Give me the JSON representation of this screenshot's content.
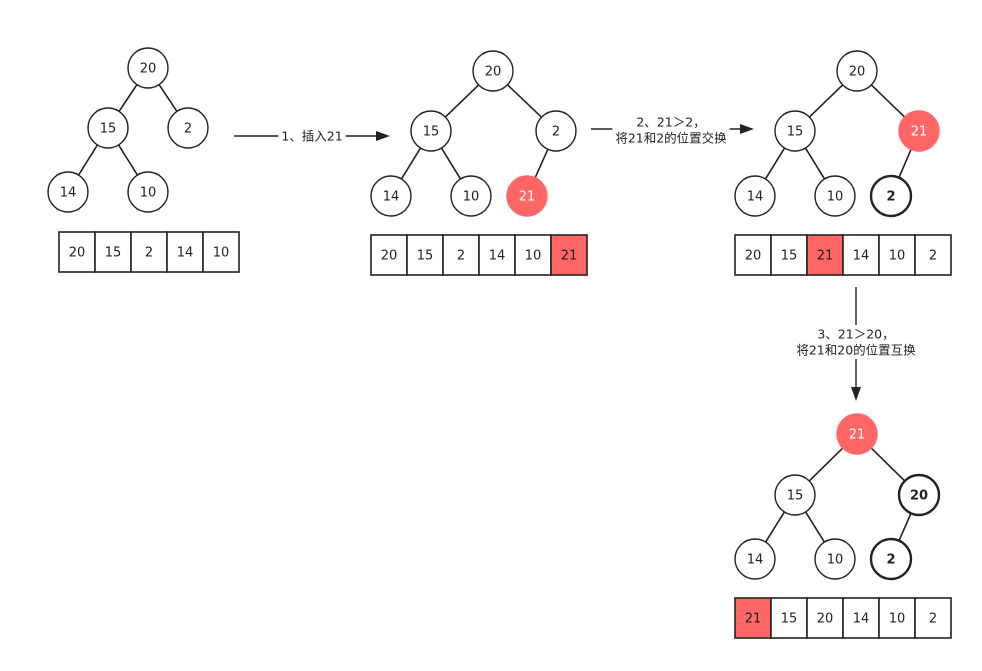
{
  "heaps": [
    {
      "nodes": [
        {
          "key": "root",
          "value": "20",
          "style": "normal"
        },
        {
          "key": "l",
          "value": "15",
          "style": "normal"
        },
        {
          "key": "r",
          "value": "2",
          "style": "normal"
        },
        {
          "key": "ll",
          "value": "14",
          "style": "normal"
        },
        {
          "key": "lr",
          "value": "10",
          "style": "normal"
        }
      ],
      "array": [
        {
          "value": "20",
          "highlight": false
        },
        {
          "value": "15",
          "highlight": false
        },
        {
          "value": "2",
          "highlight": false
        },
        {
          "value": "14",
          "highlight": false
        },
        {
          "value": "10",
          "highlight": false
        }
      ]
    },
    {
      "nodes": [
        {
          "key": "root",
          "value": "20",
          "style": "normal"
        },
        {
          "key": "l",
          "value": "15",
          "style": "normal"
        },
        {
          "key": "r",
          "value": "2",
          "style": "normal"
        },
        {
          "key": "ll",
          "value": "14",
          "style": "normal"
        },
        {
          "key": "lr",
          "value": "10",
          "style": "normal"
        },
        {
          "key": "rl",
          "value": "21",
          "style": "red"
        }
      ],
      "array": [
        {
          "value": "20",
          "highlight": false
        },
        {
          "value": "15",
          "highlight": false
        },
        {
          "value": "2",
          "highlight": false
        },
        {
          "value": "14",
          "highlight": false
        },
        {
          "value": "10",
          "highlight": false
        },
        {
          "value": "21",
          "highlight": true
        }
      ]
    },
    {
      "nodes": [
        {
          "key": "root",
          "value": "20",
          "style": "normal"
        },
        {
          "key": "l",
          "value": "15",
          "style": "normal"
        },
        {
          "key": "r",
          "value": "21",
          "style": "red"
        },
        {
          "key": "ll",
          "value": "14",
          "style": "normal"
        },
        {
          "key": "lr",
          "value": "10",
          "style": "normal"
        },
        {
          "key": "rl",
          "value": "2",
          "style": "bold"
        }
      ],
      "array": [
        {
          "value": "20",
          "highlight": false
        },
        {
          "value": "15",
          "highlight": false
        },
        {
          "value": "21",
          "highlight": true
        },
        {
          "value": "14",
          "highlight": false
        },
        {
          "value": "10",
          "highlight": false
        },
        {
          "value": "2",
          "highlight": false
        }
      ]
    },
    {
      "nodes": [
        {
          "key": "root",
          "value": "21",
          "style": "red"
        },
        {
          "key": "l",
          "value": "15",
          "style": "normal"
        },
        {
          "key": "r",
          "value": "20",
          "style": "bold"
        },
        {
          "key": "ll",
          "value": "14",
          "style": "normal"
        },
        {
          "key": "lr",
          "value": "10",
          "style": "normal"
        },
        {
          "key": "rl",
          "value": "2",
          "style": "bold"
        }
      ],
      "array": [
        {
          "value": "21",
          "highlight": true
        },
        {
          "value": "15",
          "highlight": false
        },
        {
          "value": "20",
          "highlight": false
        },
        {
          "value": "14",
          "highlight": false
        },
        {
          "value": "10",
          "highlight": false
        },
        {
          "value": "2",
          "highlight": false
        }
      ]
    }
  ],
  "steps": [
    {
      "lines": [
        "1、插入21"
      ]
    },
    {
      "lines": [
        "2、21＞2，",
        "将21和2的位置交换"
      ]
    },
    {
      "lines": [
        "3、21＞20，",
        "将21和20的位置互换"
      ]
    }
  ],
  "colors": {
    "highlight": "#ff6666",
    "stroke": "#222222",
    "background": "#ffffff"
  }
}
